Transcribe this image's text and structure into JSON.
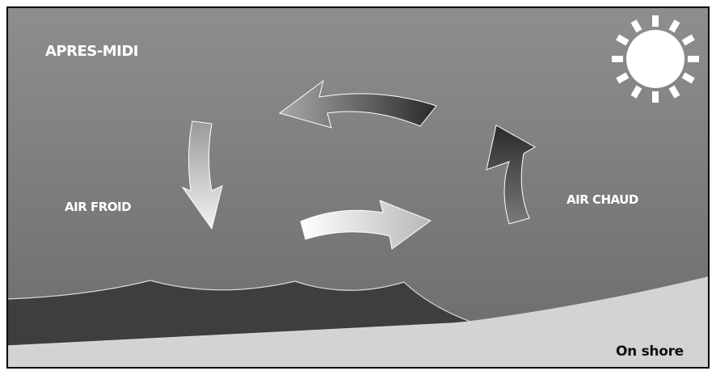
{
  "labels": {
    "time_of_day": "APRES-MIDI",
    "cold_air": "AIR FROID",
    "warm_air": "AIR CHAUD",
    "breeze_type": "On shore"
  },
  "icons": {
    "sun": "sun-icon",
    "arrows": [
      "arrow-left-top",
      "arrow-down-left",
      "arrow-right-bottom",
      "arrow-up-right"
    ]
  },
  "colors": {
    "sky_top": "#8c8c8c",
    "sky_bottom": "#6e6e6e",
    "sea": "#3f3f3f",
    "land": "#d2d2d2",
    "sun": "#ffffff",
    "frame": "#000000"
  }
}
